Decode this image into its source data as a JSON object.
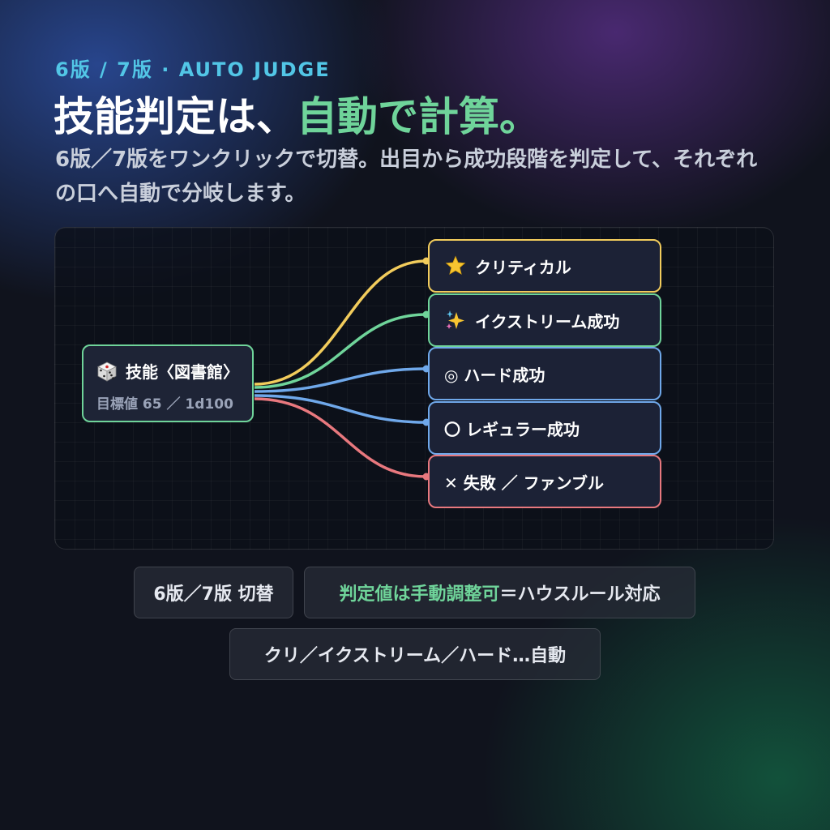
{
  "header": {
    "kicker": "6版 / 7版 · AUTO JUDGE",
    "title_main": "技能判定は、",
    "title_accent": "自動で計算。",
    "subtitle": "6版／7版をワンクリックで切替。出目から成功段階を判定して、それぞれの口へ自動で分岐します。"
  },
  "diagram": {
    "source": {
      "icon": "dice-icon",
      "label": "技能〈図書館〉",
      "sub": "目標値 65 ／ 1d100",
      "color": "#6fd49a"
    },
    "outputs": [
      {
        "id": "critical",
        "icon": "star-icon",
        "label": "クリティカル",
        "color": "#f2cc5c"
      },
      {
        "id": "extreme",
        "icon": "sparkles-icon",
        "label": "イクストリーム成功",
        "color": "#6fd49a"
      },
      {
        "id": "hard",
        "icon": "double-circle-icon",
        "label": "◎ ハード成功",
        "color": "#6fa8ea"
      },
      {
        "id": "regular",
        "icon": "circle-icon",
        "label": "〇 レギュラー成功",
        "color": "#6fa8ea"
      },
      {
        "id": "failure",
        "icon": "cross-icon",
        "label": "✕ 失敗 ／ ファンブル",
        "color": "#e8787e"
      }
    ]
  },
  "tags": {
    "edition": "6版／7版 切替",
    "adjust_accent": "判定値は手動調整可",
    "adjust_rest": "＝ハウスルール対応",
    "auto": "クリ／イクストリーム／ハード…自動"
  }
}
